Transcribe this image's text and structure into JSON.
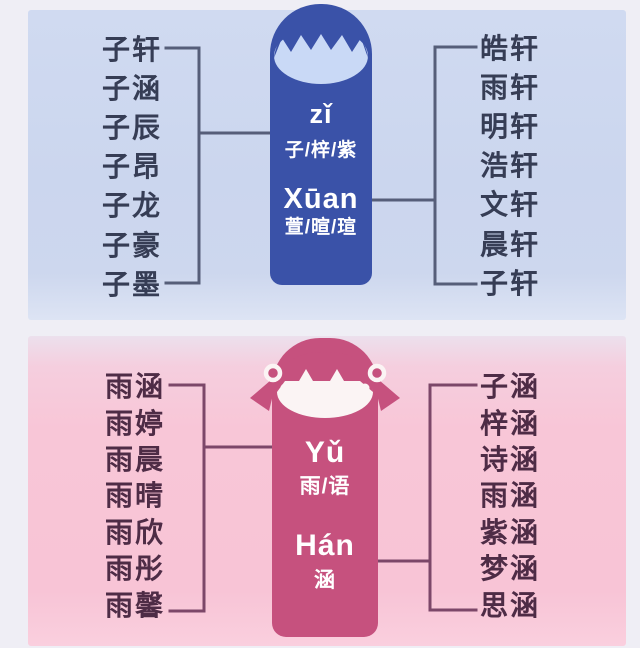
{
  "panels": [
    {
      "theme": "boy",
      "banner": {
        "pinyin_1": "zǐ",
        "hanzi_1": "子/梓/紫",
        "pinyin_2": "Xūan",
        "hanzi_2": "萱/暄/瑄"
      },
      "left_names": [
        "子轩",
        "子涵",
        "子辰",
        "子昂",
        "子龙",
        "子豪",
        "子墨"
      ],
      "right_names": [
        "皓轩",
        "雨轩",
        "明轩",
        "浩轩",
        "文轩",
        "晨轩",
        "子轩"
      ],
      "colors": {
        "panel_bg": "#cbd6ee",
        "banner_bg": "#3a52a8",
        "face": "#c9d9f6",
        "text": "#363d55",
        "line": "#565e79"
      }
    },
    {
      "theme": "girl",
      "banner": {
        "pinyin_1": "Yǔ",
        "hanzi_1": "雨/语",
        "pinyin_2": "Hán",
        "hanzi_2": "涵"
      },
      "left_names": [
        "雨涵",
        "雨婷",
        "雨晨",
        "雨晴",
        "雨欣",
        "雨彤",
        "雨馨"
      ],
      "right_names": [
        "子涵",
        "梓涵",
        "诗涵",
        "雨涵",
        "紫涵",
        "梦涵",
        "思涵"
      ],
      "colors": {
        "panel_bg": "#f8c5d7",
        "banner_bg": "#c6517e",
        "face": "#fbf4f4",
        "text": "#4e2c46",
        "line": "#7c4769"
      }
    }
  ]
}
